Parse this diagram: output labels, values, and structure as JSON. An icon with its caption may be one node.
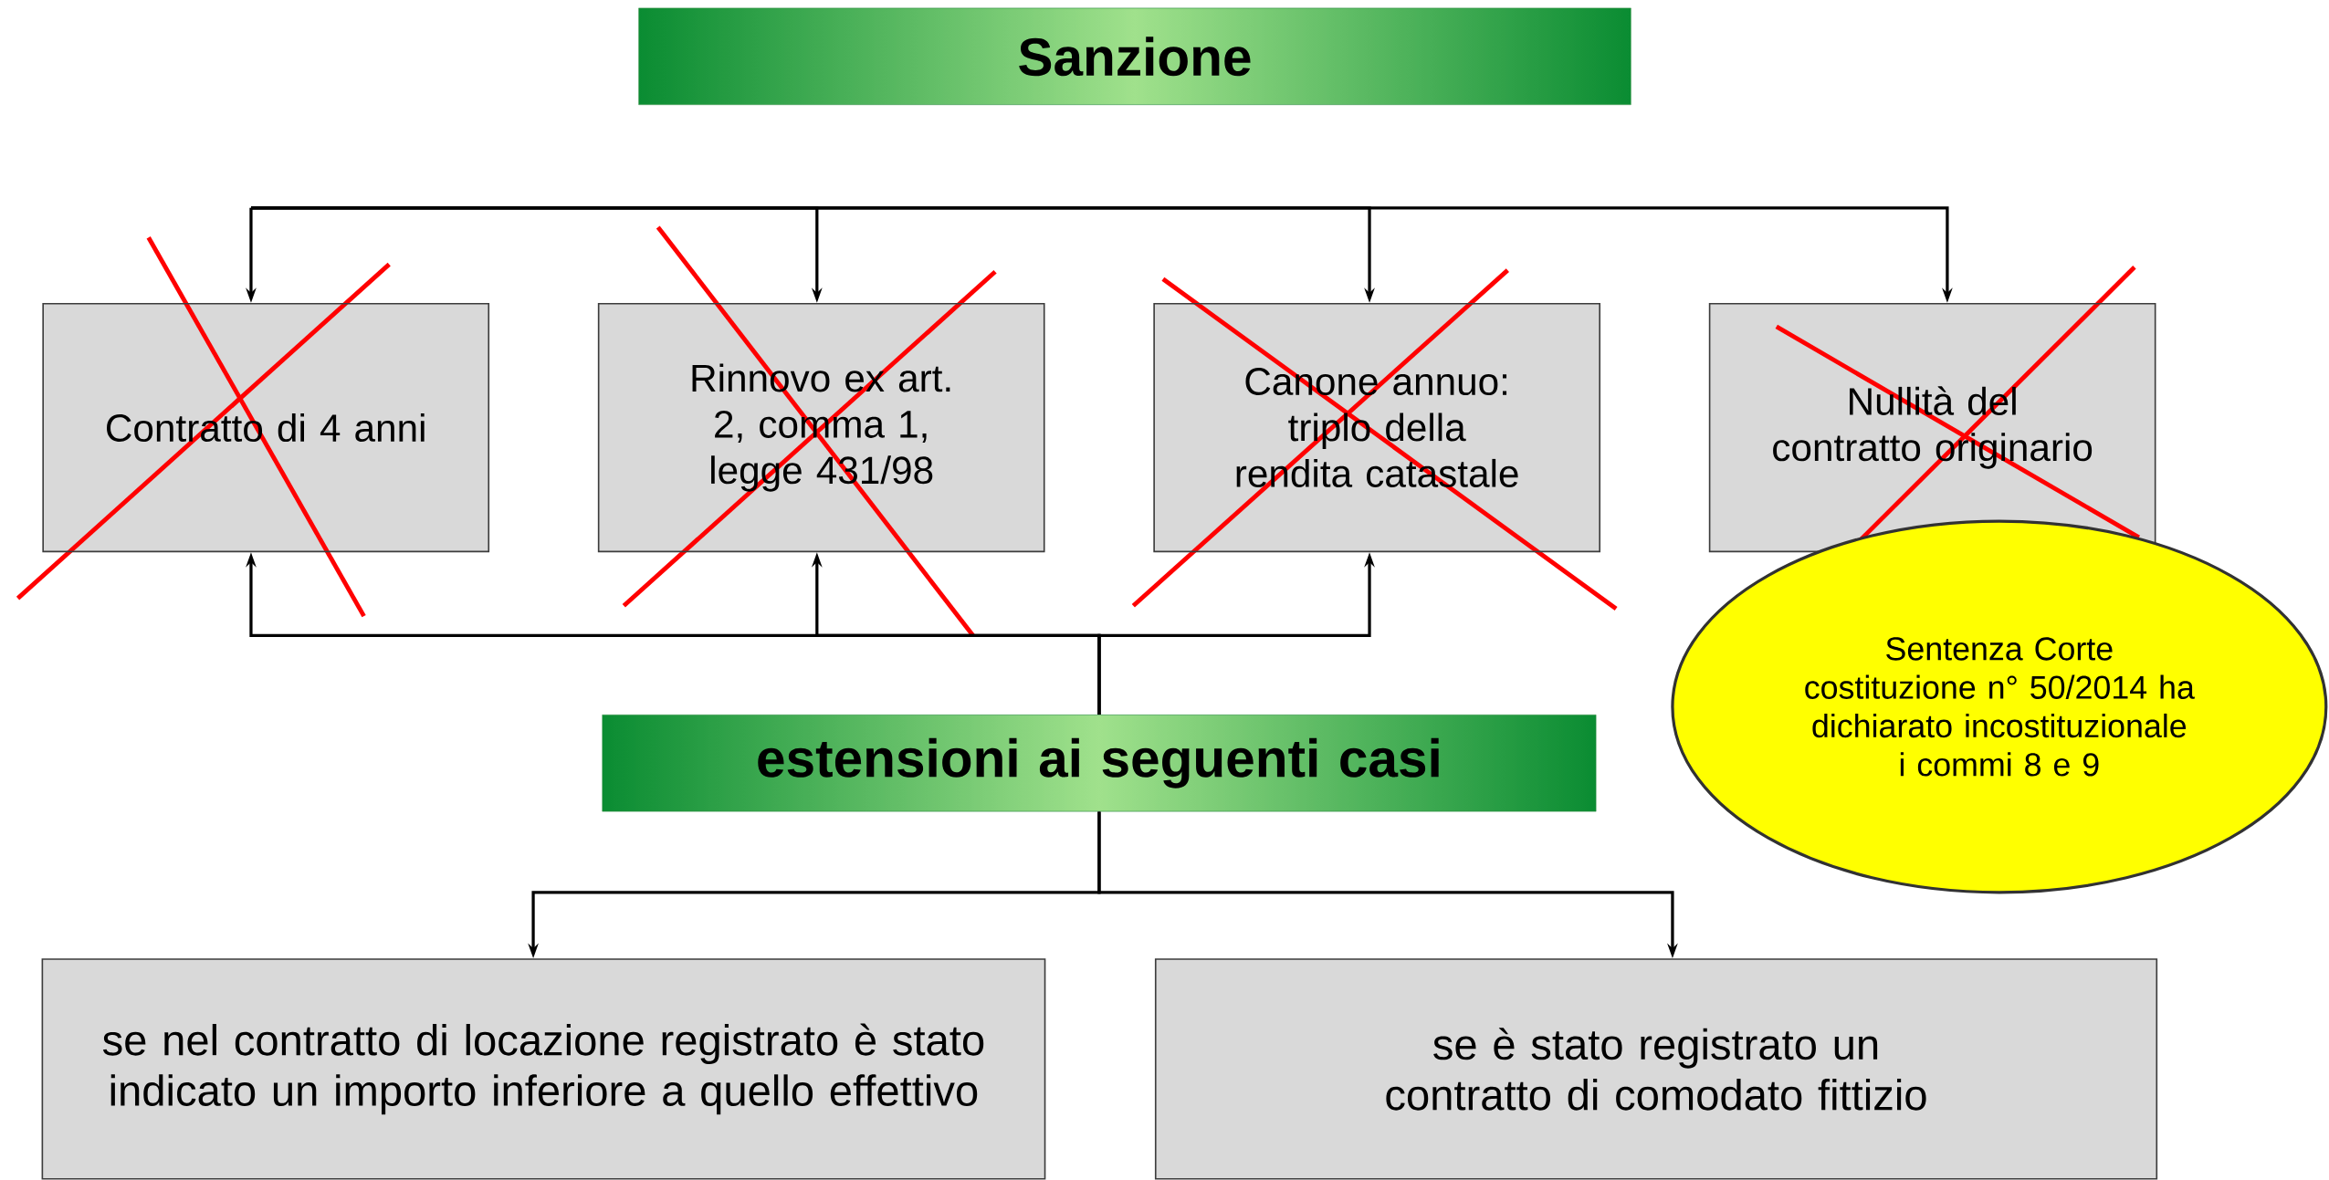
{
  "diagram": {
    "nodes": [
      {
        "text": [
          "Sanzione"
        ]
      },
      {
        "text": [
          "Contratto di 4 anni"
        ]
      },
      {
        "text": [
          "Rinnovo ex art. 2, comma 1, legge 431/98"
        ]
      },
      {
        "text": [
          "Canone annuo: triplo della rendita catastale"
        ]
      },
      {
        "text": [
          "Nullità del contratto originario"
        ]
      },
      {
        "text": [
          "estensioni ai seguenti casi"
        ]
      },
      {
        "text": [
          "se nel contratto di locazione registrato è stato indicato un importo inferiore a quello effettivo"
        ]
      },
      {
        "text": [
          "se è stato registrato un contratto di comodato fittizio"
        ]
      },
      {
        "text": [
          "Sentenza Corte costituzione n° 50/2014 ha dichiarato incostituzionale i commi 8 e 9"
        ]
      }
    ],
    "edges": [
      {
        "from": null,
        "to": 1,
        "arrow": "to"
      },
      {
        "from": null,
        "to": 2,
        "arrow": "to"
      },
      {
        "from": null,
        "to": 3,
        "arrow": "to"
      },
      {
        "from": null,
        "to": 4,
        "arrow": "to"
      },
      {
        "from": 5,
        "to": 1,
        "arrow": "to"
      },
      {
        "from": 5,
        "to": 2,
        "arrow": "to"
      },
      {
        "from": 5,
        "to": 3,
        "arrow": "to"
      },
      {
        "from": 5,
        "to": 6,
        "arrow": "to"
      },
      {
        "from": 5,
        "to": 7,
        "arrow": "to"
      }
    ]
  }
}
